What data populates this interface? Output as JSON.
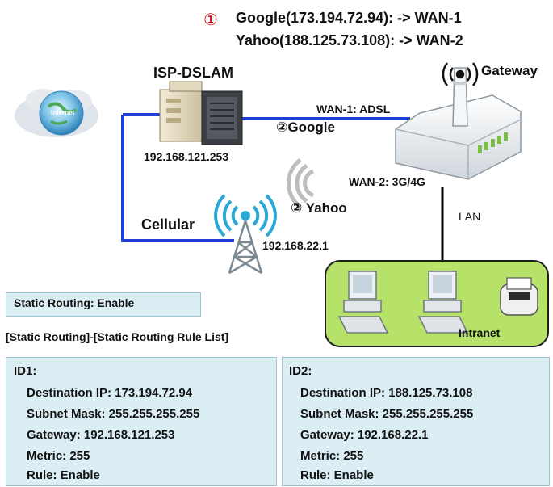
{
  "routes": {
    "marker": "①",
    "google": "Google(173.194.72.94): -> WAN-1",
    "yahoo": "Yahoo(188.125.73.108): -> WAN-2"
  },
  "nodes": {
    "gateway": "Gateway",
    "isp": "ISP-DSLAM",
    "isp_ip": "192.168.121.253",
    "internet": "Internet",
    "cellular": "Cellular",
    "tower_ip": "192.168.22.1",
    "lan": "LAN",
    "intranet": "Intranet"
  },
  "links": {
    "wan1": "WAN-1: ADSL",
    "wan2": "WAN-2: 3G/4G",
    "google_path": "②Google",
    "yahoo_path": "② Yahoo"
  },
  "status": {
    "static_routing": "Static Routing: Enable",
    "breadcrumb": "[Static Routing]-[Static Routing Rule List]"
  },
  "rules": [
    {
      "id": "ID1:",
      "destination": "Destination IP:  173.194.72.94",
      "subnet": "Subnet Mask: 255.255.255.255",
      "gateway": "Gateway: 192.168.121.253",
      "metric": "Metric: 255",
      "state": "Rule: Enable"
    },
    {
      "id": "ID2:",
      "destination": "Destination IP:  188.125.73.108",
      "subnet": "Subnet Mask: 255.255.255.255",
      "gateway": "Gateway: 192.168.22.1",
      "metric": "Metric: 255",
      "state": "Rule: Enable"
    }
  ],
  "colors": {
    "link_blue": "#1f3fd6",
    "marker_red": "#d00000",
    "intranet_green": "#b7e26a",
    "panel_blue": "#dbeef4"
  }
}
